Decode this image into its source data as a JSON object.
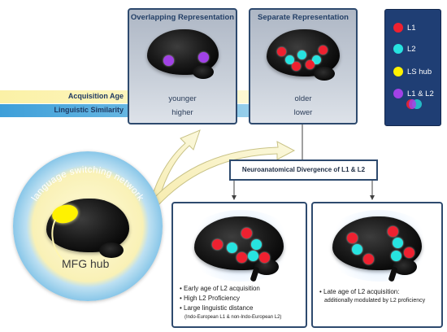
{
  "colors": {
    "l1": "#ee2130",
    "l2": "#27e3e0",
    "ls_hub": "#fff200",
    "l1_l2": "#a142e6",
    "legend_bg": "#1f3e74",
    "panel_border": "#2e4a6e",
    "acquisition_band": "#fdf6b5",
    "similarity_band": "#5ab0de",
    "arrow_fill": "#f6f1b2"
  },
  "legend": {
    "items": [
      {
        "label": "L1",
        "color": "#ee2130"
      },
      {
        "label": "L2",
        "color": "#27e3e0"
      },
      {
        "label": "LS hub",
        "color": "#fff200"
      },
      {
        "label": "L1 & L2",
        "color": "#a142e6"
      }
    ]
  },
  "panels": {
    "overlapping": {
      "title": "Overlapping Representation"
    },
    "separate": {
      "title": "Separate Representation"
    }
  },
  "rows": {
    "acquisition": {
      "label": "Acquisition Age",
      "left": "younger",
      "right": "older"
    },
    "similarity": {
      "label": "Linguistic Similarity",
      "left": "higher",
      "right": "lower"
    }
  },
  "divergence": {
    "title": "Neuroanatomical Divergence of L1 & L2"
  },
  "network": {
    "arc_label": "language switching network",
    "hub_label": "MFG hub"
  },
  "bottom_left": {
    "bullets": [
      "Early age of L2 acquisition",
      "High L2 Proficiency",
      "Large linguistic distance"
    ],
    "note": "(Indo-European L1 & non-Indo-European L2)"
  },
  "bottom_right": {
    "bullets": [
      "Late age of L2 acquisition:"
    ],
    "note": "additionally modulated by L2 proficiency"
  }
}
